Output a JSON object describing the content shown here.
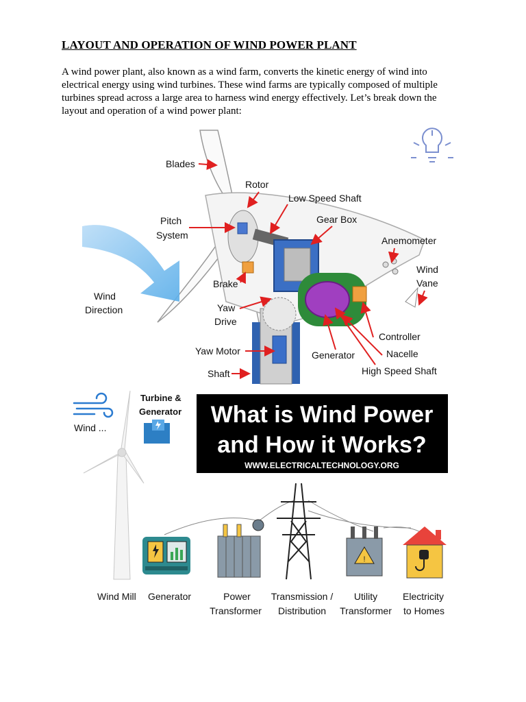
{
  "document": {
    "title": "LAYOUT AND OPERATION OF WIND POWER PLANT",
    "intro": "A wind power plant, also known as a wind farm, converts the kinetic energy of wind into electrical energy using wind turbines. These wind farms are typically composed of multiple turbines spread across a large area to harness wind energy effectively. Let’s break down the layout and operation of a wind power plant:"
  },
  "turbine_diagram": {
    "labels": {
      "blades": "Blades",
      "rotor": "Rotor",
      "low_speed_shaft": "Low Speed Shaft",
      "pitch_line1": "Pitch",
      "pitch_line2": "System",
      "gear_box": "Gear Box",
      "anemometer": "Anemometer",
      "wind_vane_line1": "Wind",
      "wind_vane_line2": "Vane",
      "brake": "Brake",
      "wind_dir_line1": "Wind",
      "wind_dir_line2": "Direction",
      "yaw_drive_line1": "Yaw",
      "yaw_drive_line2": "Drive",
      "controller": "Controller",
      "yaw_motor": "Yaw Motor",
      "generator": "Generator",
      "nacelle": "Nacelle",
      "shaft": "Shaft",
      "high_speed_shaft": "High Speed Shaft"
    },
    "colors": {
      "arrow": "#e02020",
      "wind": "#6bb7ef",
      "gearbox": "#3b6fc4",
      "generator": "#a03fc0",
      "nacelle_band": "#2e8b3a",
      "brake": "#f0a040",
      "tower": "#2f62b0"
    }
  },
  "infographic": {
    "wind_label": "Wind ...",
    "turbine_gen_line1": "Turbine &",
    "turbine_gen_line2": "Generator",
    "banner_line1": "What is Wind Power",
    "banner_line2": "and How it Works?",
    "banner_url": "WWW.ELECTRICALTECHNOLOGY.ORG",
    "captions": {
      "wind_mill": "Wind Mill",
      "generator": "Generator",
      "power_l1": "Power",
      "power_l2": "Transformer",
      "trans_l1": "Transmission /",
      "trans_l2": "Distribution",
      "utility_l1": "Utility",
      "utility_l2": "Transformer",
      "home_l1": "Electricity",
      "home_l2": "to Homes"
    },
    "colors": {
      "banner_bg": "#000000",
      "teal": "#2d8a8f",
      "yellow": "#f5c542",
      "green": "#3aa655"
    }
  }
}
